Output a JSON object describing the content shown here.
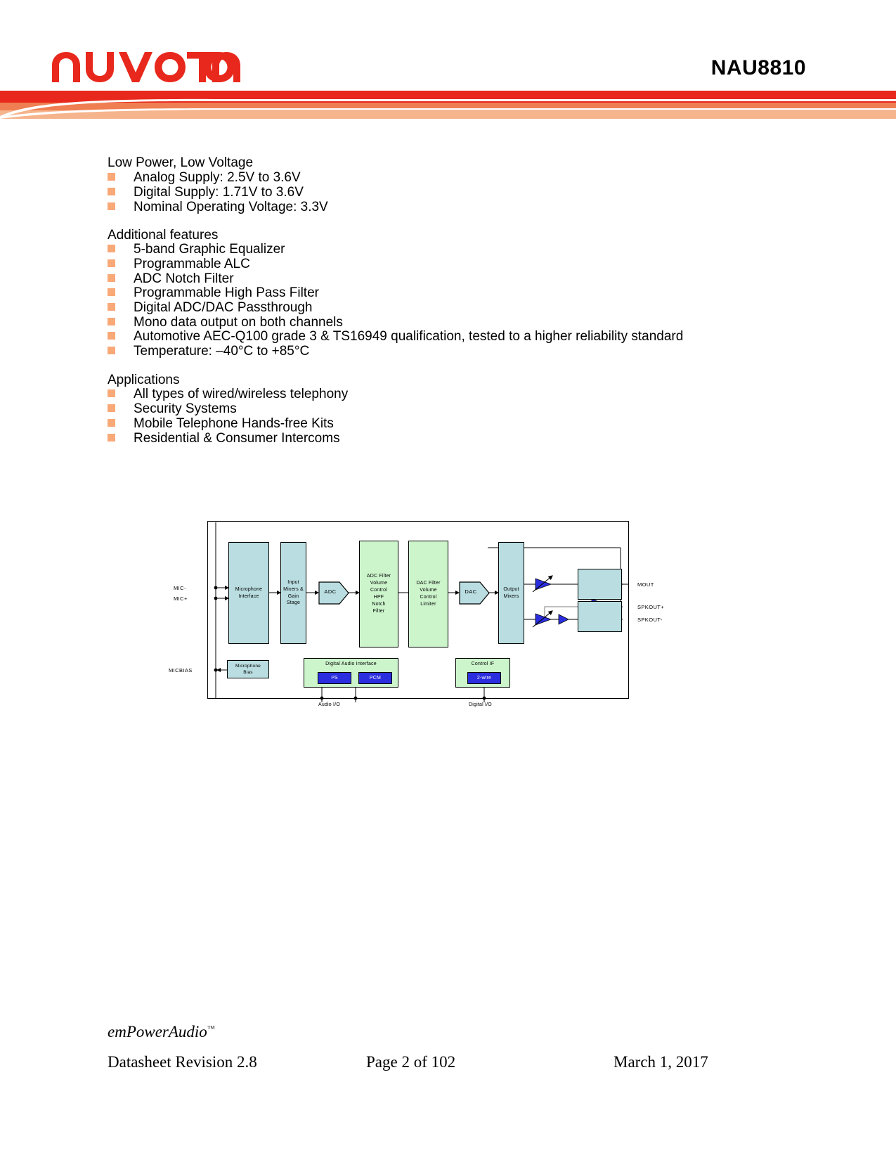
{
  "header": {
    "logo_text": "nuvoTon",
    "part_number": "NAU8810",
    "brand_color": "#e8281c",
    "banner_mid_color": "#ef7f52",
    "banner_light_color": "#f6b48d"
  },
  "bullet_color": "#f9a877",
  "sections": [
    {
      "title": "Low Power, Low Voltage",
      "items": [
        "Analog Supply: 2.5V to 3.6V",
        "Digital Supply: 1.71V to 3.6V",
        "Nominal Operating Voltage: 3.3V"
      ]
    },
    {
      "title": "Additional features",
      "items": [
        "5-band Graphic Equalizer",
        "Programmable ALC",
        "ADC Notch Filter",
        "Programmable High Pass Filter",
        "Digital ADC/DAC Passthrough",
        "Mono data output on both channels",
        "Automotive AEC-Q100 grade 3 & TS16949 qualification, tested to a higher reliability standard",
        "Temperature:  –40°C to +85°C"
      ]
    },
    {
      "title": "Applications",
      "items": [
        "All types of wired/wireless telephony",
        "Security Systems",
        "Mobile Telephone Hands-free Kits",
        "Residential & Consumer Intercoms"
      ]
    }
  ],
  "diagram": {
    "pins": {
      "mic_minus": "MIC-",
      "mic_plus": "MIC+",
      "micbias": "MICBIAS",
      "mout": "MOUT",
      "spkout_plus": "SPKOUT+",
      "spkout_minus": "SPKOUT-"
    },
    "blocks": {
      "mic_interface": "Microphone\nInterface",
      "input_mixers": "Input\nMixers &\nGain\nStage",
      "adc": "ADC",
      "adc_filter": "ADC Filter\nVolume\nControl\nHPF\nNotch\nFilter",
      "dac_filter": "DAC Filter\nVolume\nControl\nLimiter",
      "dac": "DAC",
      "output_mixers": "Output\nMixers",
      "mic_bias": "Microphone\nBias"
    },
    "digital_audio_interface": {
      "title": "Digital Audio Interface",
      "modes": [
        "I²S",
        "PCM"
      ]
    },
    "control_if": {
      "title": "Control IF",
      "modes": [
        "2-wire"
      ]
    },
    "bus_labels": {
      "audio_io": "Audio I/O",
      "digital_io": "Digital I/O"
    }
  },
  "footer": {
    "brand": "emPowerAudio",
    "brand_tm": "™",
    "revision": "Datasheet Revision 2.8",
    "page": "Page 2 of 102",
    "date": "March 1, 2017"
  }
}
